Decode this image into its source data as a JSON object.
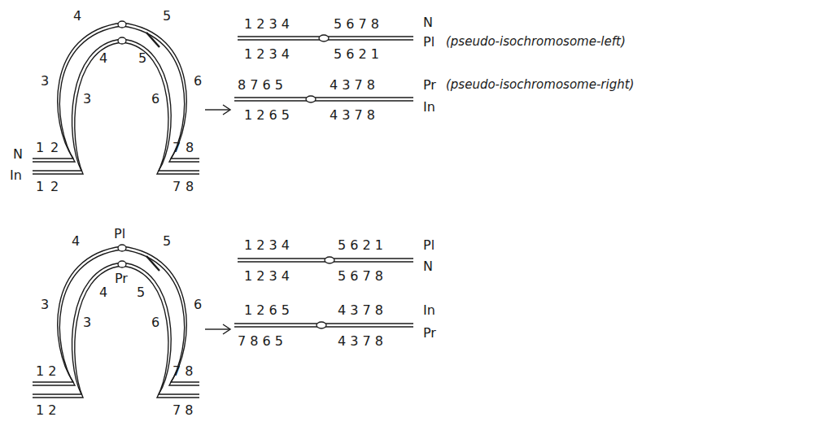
{
  "diagram": {
    "labels": [
      "4",
      "5",
      "3",
      "6",
      "3",
      "4",
      "5",
      "6",
      "N",
      "1",
      "2",
      "7",
      "8",
      "In",
      "1",
      "2",
      "7",
      "8",
      "1 2 3 4",
      "5 6 7 8",
      "N",
      "Pl",
      "(pseudo-isochromosome-left)",
      "1 2 3 4",
      "5 6 2 1",
      "8 7 6 5",
      "4 3 7 8",
      "Pr",
      "(pseudo-isochromosome-right)",
      "1 2 6 5",
      "4 3 7 8",
      "In",
      "Pl",
      "4",
      "5",
      "3",
      "4",
      "Pr",
      "5",
      "6",
      "3",
      "6",
      "1 2",
      "7 8",
      "1 2",
      "7 8",
      "1 2 3 4",
      "5 6 2 1",
      "Pl",
      "1 2 3 4",
      "5 6 7 8",
      "N",
      "1 2 6 5",
      "4 3 7 8",
      "In",
      "7 8 6 5",
      "4 3 7 8",
      "Pr"
    ]
  }
}
